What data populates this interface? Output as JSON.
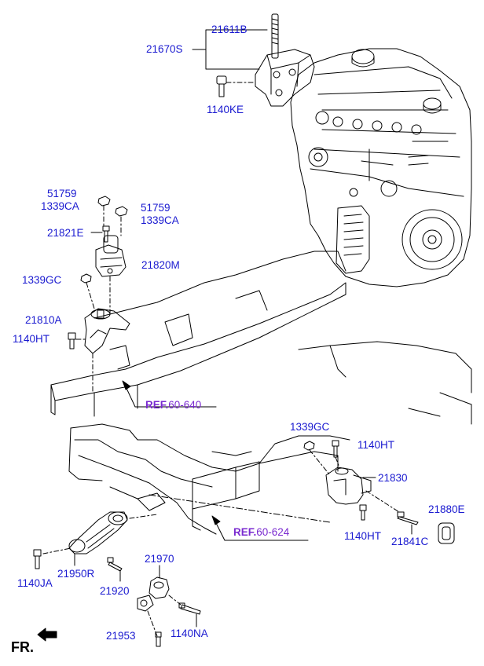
{
  "labels": {
    "p21611B": "21611B",
    "p21670S": "21670S",
    "p1140KE": "1140KE",
    "p51759_a": "51759",
    "p1339CA_a": "1339CA",
    "p51759_b": "51759",
    "p1339CA_b": "1339CA",
    "p21821E": "21821E",
    "p21820M": "21820M",
    "p1339GC_a": "1339GC",
    "p21810A": "21810A",
    "p1140HT_a": "1140HT",
    "p1339GC_b": "1339GC",
    "p1140HT_b": "1140HT",
    "p21830": "21830",
    "p21880E": "21880E",
    "p1140HT_c": "1140HT",
    "p21841C": "21841C",
    "p1140JA": "1140JA",
    "p21950R": "21950R",
    "p21920": "21920",
    "p21970": "21970",
    "p21953": "21953",
    "p1140NA": "1140NA"
  },
  "refs": {
    "ref1": {
      "prefix": "REF.",
      "number": "60-640"
    },
    "ref2": {
      "prefix": "REF.",
      "number": "60-624"
    }
  },
  "front_label": "FR.",
  "colors": {
    "label": "#1a1ad0",
    "ref": "#7a2ad0",
    "line": "#000000"
  }
}
